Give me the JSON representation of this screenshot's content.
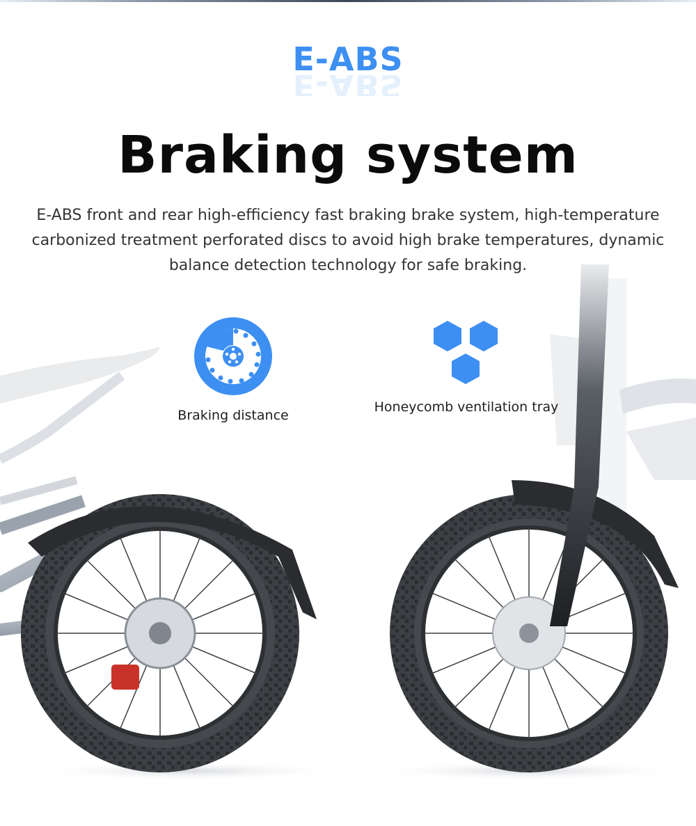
{
  "header": {
    "eyebrow": "E-ABS",
    "title": "Braking system",
    "description": "E-ABS front and rear high-efficiency fast braking brake system, high-temperature carbonized treatment perforated discs to avoid high brake temperatures, dynamic balance detection technology for safe braking."
  },
  "features": [
    {
      "icon": "brake-disc-icon",
      "label": "Braking distance"
    },
    {
      "icon": "honeycomb-icon",
      "label": "Honeycomb ventilation tray"
    }
  ],
  "colors": {
    "accent": "#3d8ff2",
    "title": "#0b0b0b",
    "text": "#333333",
    "tire": "#3a3d40"
  }
}
